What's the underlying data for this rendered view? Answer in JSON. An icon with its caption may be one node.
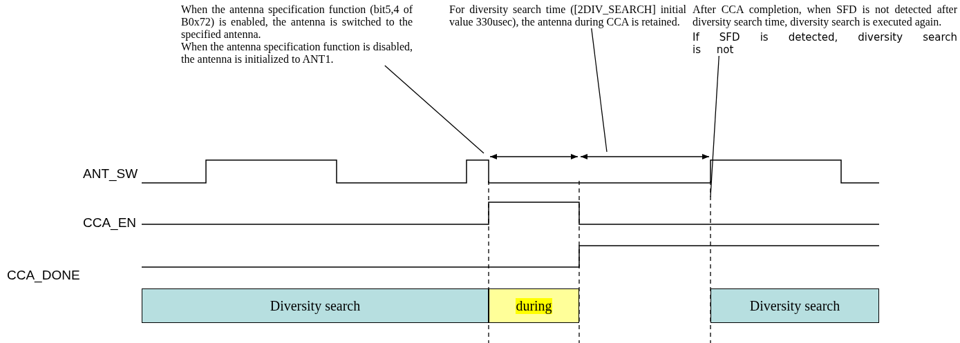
{
  "diagram": {
    "nodes": [
      {
        "text": [
          "When the antenna specification function (bit5,4 of B0x72) is enabled, the antenna is switched to the specified antenna.",
          "When the antenna specification function is disabled, the antenna is initialized to ANT1."
        ]
      },
      {
        "text": [
          "For diversity search time ([2DIV_SEARCH] initial value 330usec), the antenna during CCA is retained."
        ]
      },
      {
        "text": [
          "After CCA completion, when SFD is not detected after diversity search time, diversity search is executed again.",
          "If SFD is detected, diversity search is not"
        ]
      },
      {
        "text": [
          "Diversity search"
        ]
      },
      {
        "text": [
          "during"
        ]
      },
      {
        "text": [
          "Diversity search"
        ]
      }
    ],
    "edges": [
      {
        "from": 0,
        "to": null,
        "arrow": "none"
      },
      {
        "from": 1,
        "to": null,
        "arrow": "none"
      },
      {
        "from": 2,
        "to": null,
        "arrow": "none"
      }
    ],
    "labels": [
      "ANT_SW",
      "CCA_EN",
      "CCA_DONE"
    ]
  }
}
